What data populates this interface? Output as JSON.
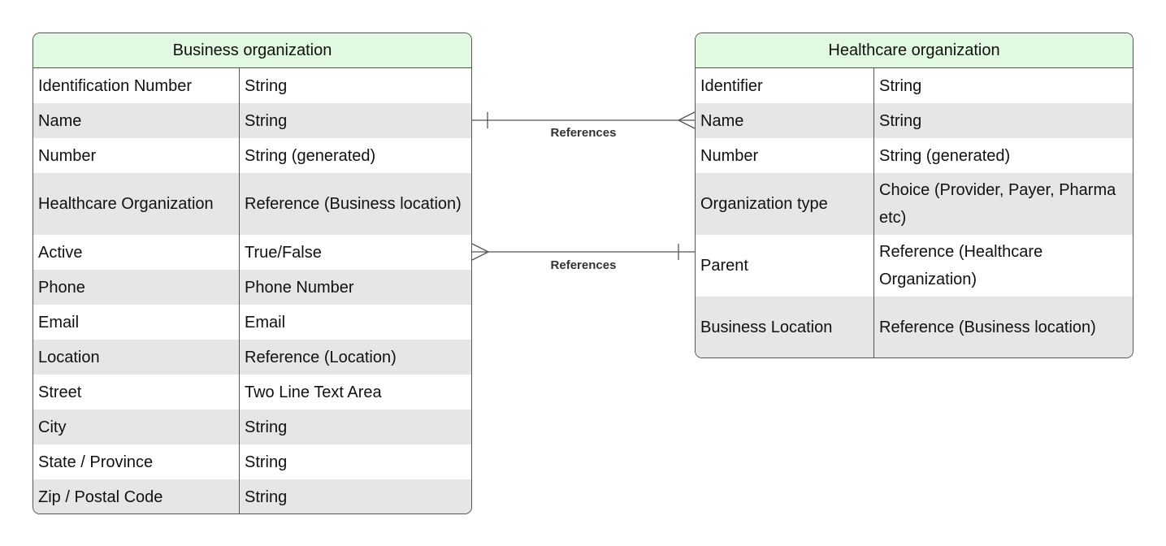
{
  "entities": [
    {
      "id": "business",
      "title": "Business organization",
      "rows": [
        {
          "name": "Identification Number",
          "type": "String"
        },
        {
          "name": "Name",
          "type": "String"
        },
        {
          "name": "Number",
          "type": "String (generated)"
        },
        {
          "name": "Healthcare Organization",
          "type": "Reference (Business location)"
        },
        {
          "name": "Active",
          "type": "True/False"
        },
        {
          "name": "Phone",
          "type": "Phone Number"
        },
        {
          "name": "Email",
          "type": "Email"
        },
        {
          "name": "Location",
          "type": "Reference (Location)"
        },
        {
          "name": "Street",
          "type": "Two Line Text Area"
        },
        {
          "name": "City",
          "type": "String"
        },
        {
          "name": "State / Province",
          "type": "String"
        },
        {
          "name": "Zip / Postal Code",
          "type": "String"
        }
      ]
    },
    {
      "id": "healthcare",
      "title": "Healthcare organization",
      "rows": [
        {
          "name": "Identifier",
          "type": "String"
        },
        {
          "name": "Name",
          "type": "String"
        },
        {
          "name": "Number",
          "type": "String (generated)"
        },
        {
          "name": "Organization type",
          "type": "Choice (Provider, Payer, Pharma etc)"
        },
        {
          "name": "Parent",
          "type": "Reference (Healthcare Organization)"
        },
        {
          "name": "Business Location",
          "type": "Reference (Business location)"
        }
      ]
    }
  ],
  "relationships": [
    {
      "label": "References",
      "from": "Business organization.Name",
      "to": "Healthcare organization.Name",
      "from_end": "one",
      "to_end": "many"
    },
    {
      "label": "References",
      "from": "Business organization.Active",
      "to": "Healthcare organization.Parent",
      "from_end": "many",
      "to_end": "one"
    }
  ]
}
